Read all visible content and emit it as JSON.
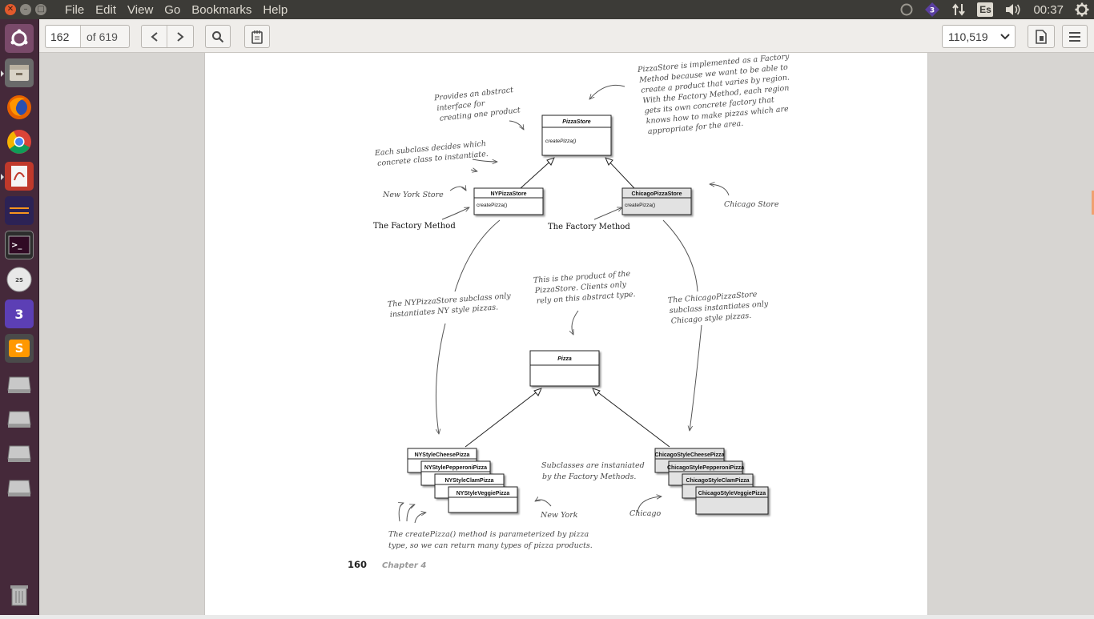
{
  "menubar": {
    "menus": [
      "File",
      "Edit",
      "View",
      "Go",
      "Bookmarks",
      "Help"
    ],
    "keyboard_layout": "Es",
    "clock": "00:37",
    "icons": [
      "close-icon",
      "minimize-icon",
      "maximize-icon",
      "circle-status-icon",
      "diamond-3-icon",
      "network-arrows-icon",
      "volume-icon",
      "gear-icon"
    ]
  },
  "launcher": {
    "items": [
      "ubuntu-dash-icon",
      "files-icon",
      "firefox-icon",
      "chrome-icon",
      "pdf-viewer-icon",
      "eclipse-icon",
      "terminal-icon",
      "disk-icon",
      "app-3-icon",
      "sublime-text-icon",
      "drive-icon",
      "drive-icon",
      "drive-icon",
      "drive-icon",
      "trash-icon"
    ],
    "disk_label": "25",
    "three_label": "3",
    "sublime_label": "S"
  },
  "toolbar": {
    "page_number": "162",
    "page_total": "of 619",
    "zoom": "110,519"
  },
  "page": {
    "page_number": "160",
    "chapter": "Chapter 4",
    "classes": {
      "pizza_store": "PizzaStore",
      "pizza_store_method": "createPizza()",
      "ny_store": "NYPizzaStore",
      "ny_store_method": "createPizza()",
      "chicago_store": "ChicagoPizzaStore",
      "chicago_store_method": "createPizza()",
      "pizza": "Pizza",
      "ny_pizzas": [
        "NYStyleCheesePizza",
        "NYStylePepperoniPizza",
        "NYStyleClamPizza",
        "NYStyleVeggiePizza"
      ],
      "chicago_pizzas": [
        "ChicagoStyleCheesePizza",
        "ChicagoStylePepperoniPizza",
        "ChicagoStyleClamPizza",
        "ChicagoStyleVeggiePizza"
      ]
    },
    "notes": {
      "abstract_interface": [
        "Provides an abstract",
        "interface for",
        "creating one product"
      ],
      "each_subclass": [
        "Each subclass decides which",
        "concrete class to instantiate."
      ],
      "pizzastore_factory": [
        "PizzaStore is implemented as a Factory",
        "Method because we want to be able to",
        "create a product that varies by region.",
        "With the Factory Method, each region",
        "gets its own concrete factory that",
        "knows how to make pizzas which are",
        "appropriate for the area."
      ],
      "new_york_store": "New York Store",
      "chicago_store": "Chicago Store",
      "factory_method_left": "The Factory Method",
      "factory_method_right": "The Factory Method",
      "product_note": [
        "This is the product of the",
        "PizzaStore.  Clients only",
        "rely on this abstract type."
      ],
      "ny_subclass": [
        "The NYPizzaStore subclass only",
        "instantiates NY style pizzas."
      ],
      "chicago_subclass": [
        "The ChicagoPizzaStore",
        "subclass instantiates only",
        "Chicago style pizzas."
      ],
      "subclasses_instantiated": [
        "Subclasses are instaniated",
        "by the Factory Methods."
      ],
      "new_york": "New York",
      "chicago": "Chicago",
      "parameterized": [
        "The createPizza() method is parameterized by pizza",
        "type, so we can return many types of pizza products."
      ]
    }
  }
}
